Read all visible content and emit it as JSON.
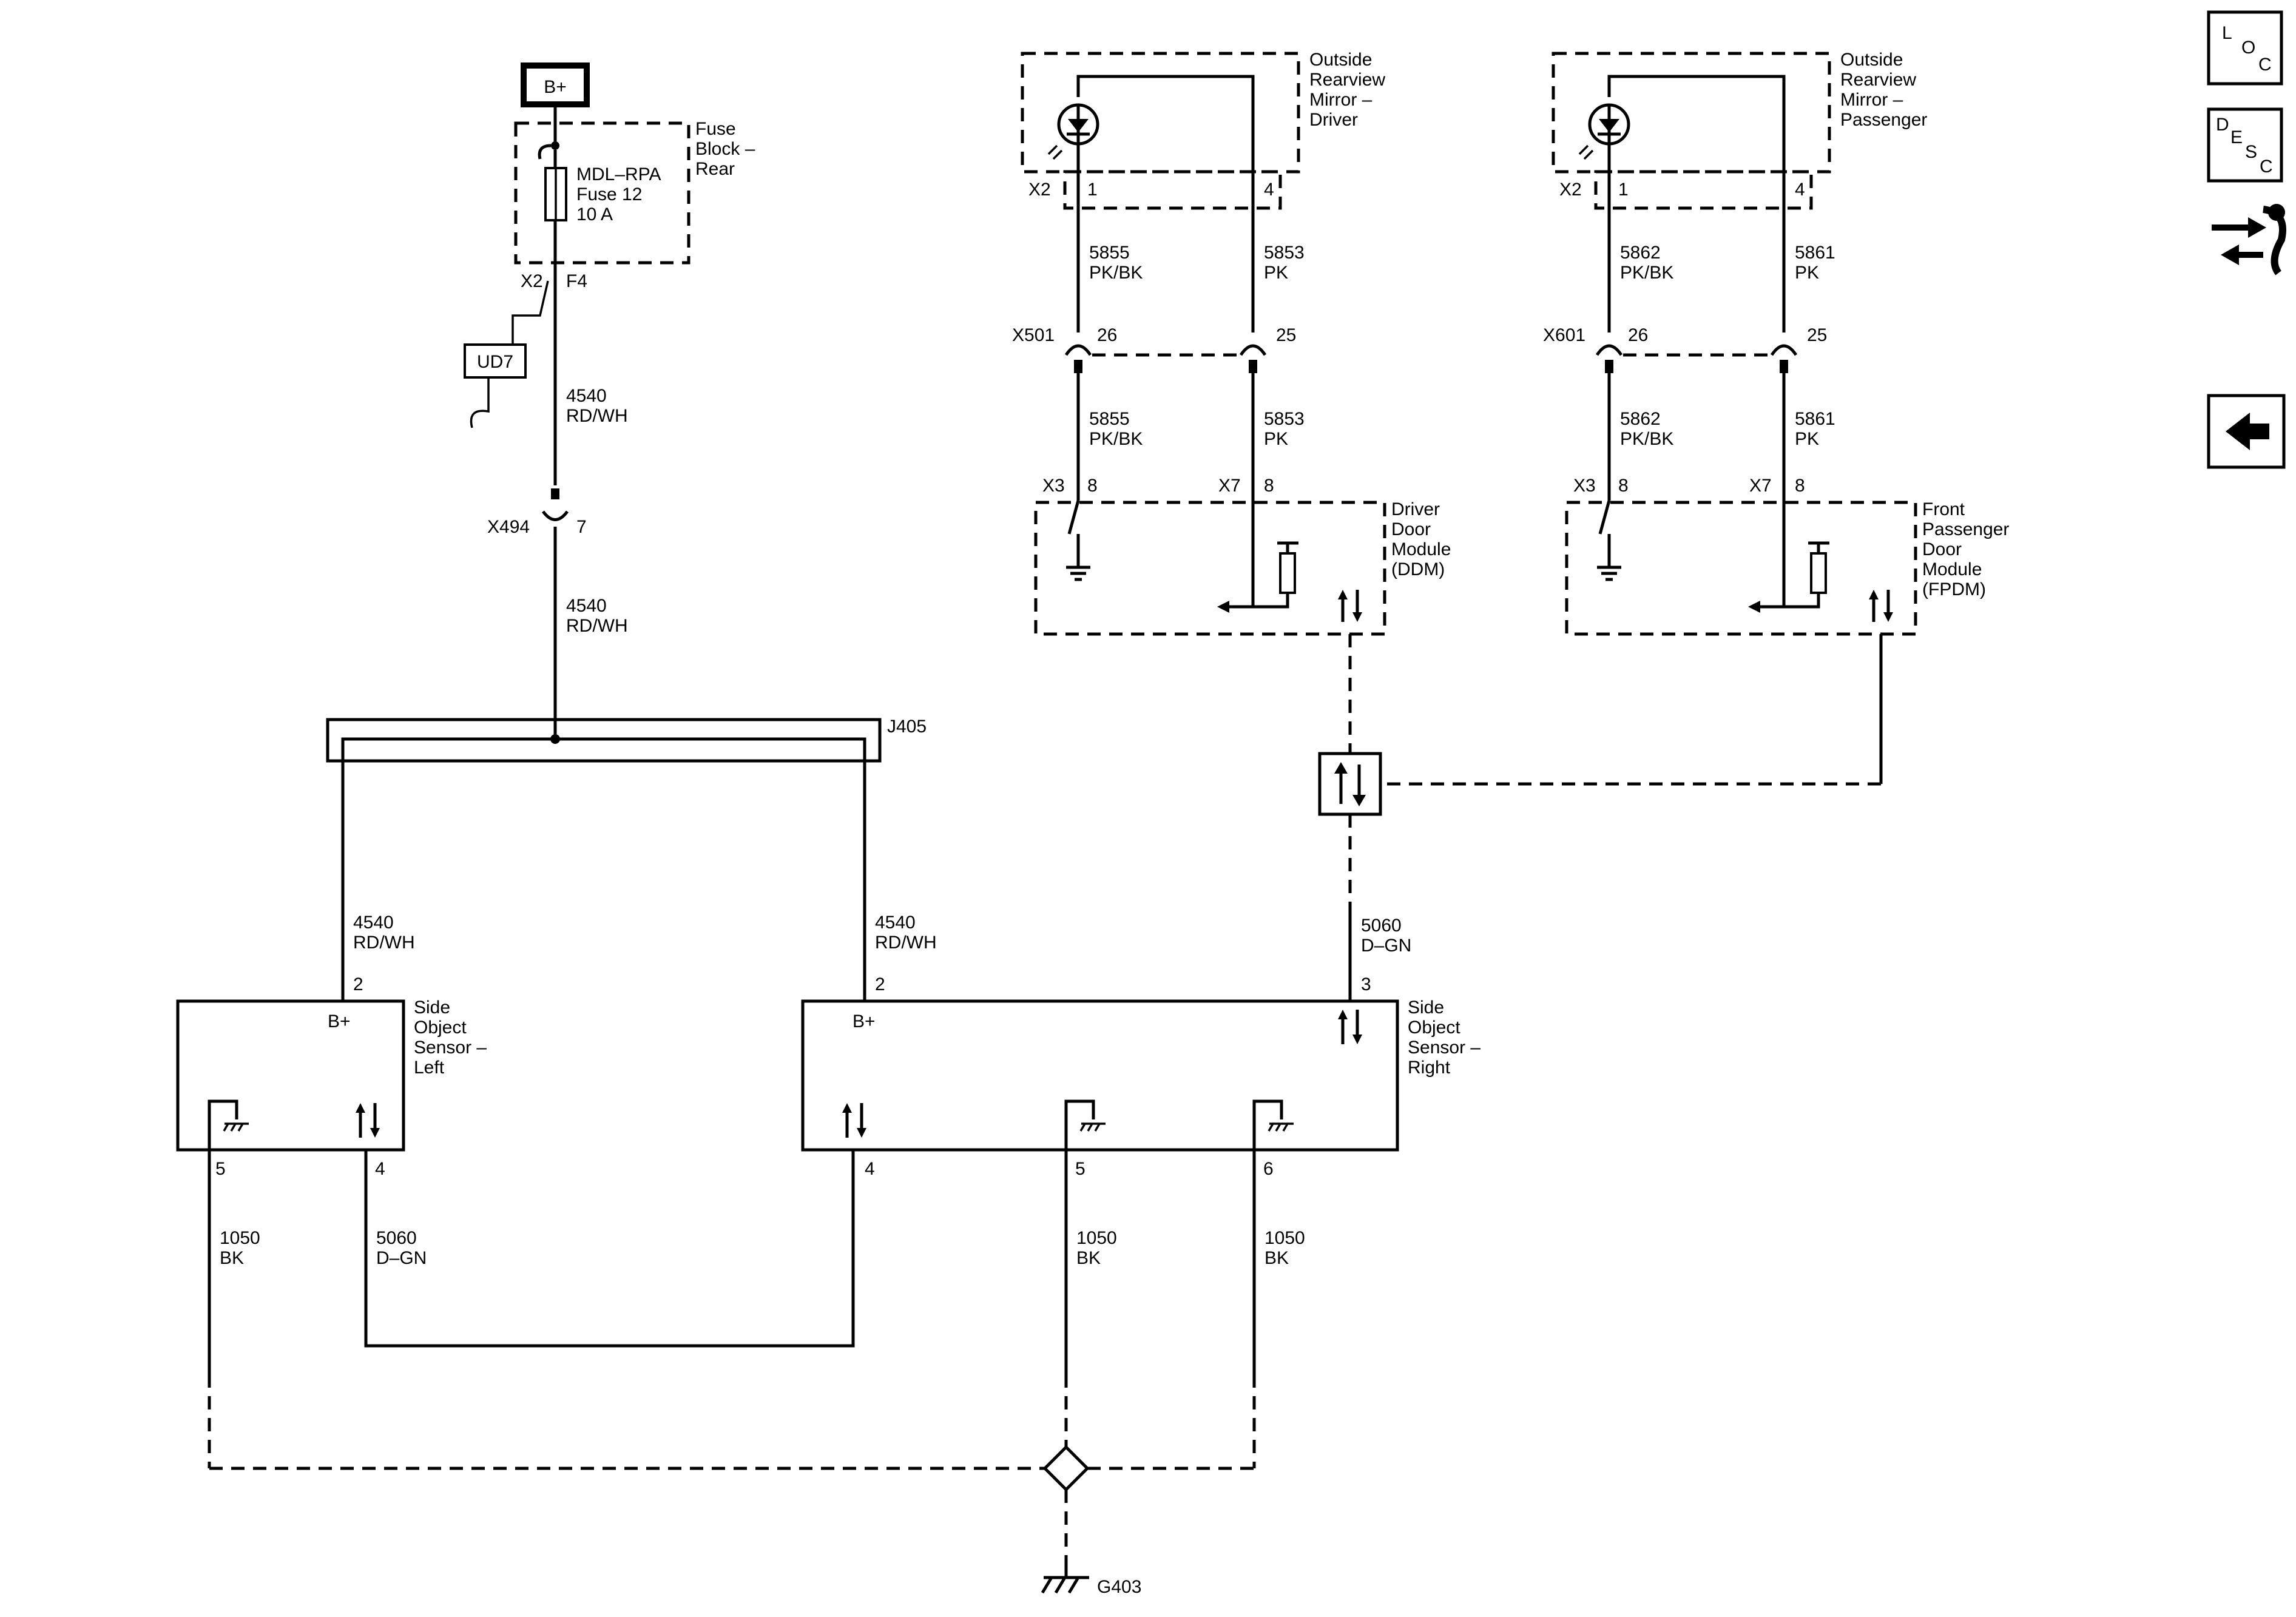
{
  "power": {
    "label": "B+"
  },
  "fuse_block": {
    "name_lines": [
      "Fuse",
      "Block –",
      "Rear"
    ],
    "fuse_lines": [
      "MDL–RPA",
      "Fuse 12",
      "10 A"
    ],
    "connector": "X2",
    "terminal": "F4"
  },
  "ud7": {
    "label": "UD7"
  },
  "wire_4540": {
    "circuit": "4540",
    "color": "RD/WH"
  },
  "x494": {
    "connector": "X494",
    "pin": "7"
  },
  "j405": {
    "label": "J405"
  },
  "mirror_driver": {
    "name_lines": [
      "Outside",
      "Rearview",
      "Mirror –",
      "Driver"
    ],
    "connector": "X2",
    "pin_a": "1",
    "pin_b": "4"
  },
  "mirror_passenger": {
    "name_lines": [
      "Outside",
      "Rearview",
      "Mirror –",
      "Passenger"
    ],
    "connector": "X2",
    "pin_a": "1",
    "pin_b": "4"
  },
  "driver_wires": {
    "a": {
      "circuit": "5855",
      "color": "PK/BK"
    },
    "b": {
      "circuit": "5853",
      "color": "PK"
    }
  },
  "passenger_wires": {
    "a": {
      "circuit": "5862",
      "color": "PK/BK"
    },
    "b": {
      "circuit": "5861",
      "color": "PK"
    }
  },
  "x501": {
    "connector": "X501",
    "pin_a": "26",
    "pin_b": "25"
  },
  "x601": {
    "connector": "X601",
    "pin_a": "26",
    "pin_b": "25"
  },
  "ddm": {
    "name_lines": [
      "Driver",
      "Door",
      "Module",
      "(DDM)"
    ],
    "conn_a": "X3",
    "pin_a": "8",
    "conn_b": "X7",
    "pin_b": "8"
  },
  "fpdm": {
    "name_lines": [
      "Front",
      "Passenger",
      "Door",
      "Module",
      "(FPDM)"
    ],
    "conn_a": "X3",
    "pin_a": "8",
    "conn_b": "X7",
    "pin_b": "8"
  },
  "wire_5060": {
    "circuit": "5060",
    "color": "D–GN"
  },
  "wire_1050": {
    "circuit": "1050",
    "color": "BK"
  },
  "sensor_left": {
    "name_lines": [
      "Side",
      "Object",
      "Sensor –",
      "Left"
    ],
    "bplus": "B+",
    "pin_bplus": "2",
    "pin_ground": "5",
    "pin_data": "4"
  },
  "sensor_right": {
    "name_lines": [
      "Side",
      "Object",
      "Sensor –",
      "Right"
    ],
    "bplus": "B+",
    "pin_bplus": "2",
    "pin_data_top": "3",
    "pin_data": "4",
    "pin_ground_a": "5",
    "pin_ground_b": "6"
  },
  "ground": {
    "label": "G403"
  },
  "nav": {
    "loc": {
      "l": "L",
      "o": "O",
      "c": "C"
    },
    "desc": {
      "d": "D",
      "e": "E",
      "s": "S",
      "c": "C"
    },
    "icons": [
      "diagnostic-tools-icon",
      "back-arrow-icon"
    ]
  }
}
